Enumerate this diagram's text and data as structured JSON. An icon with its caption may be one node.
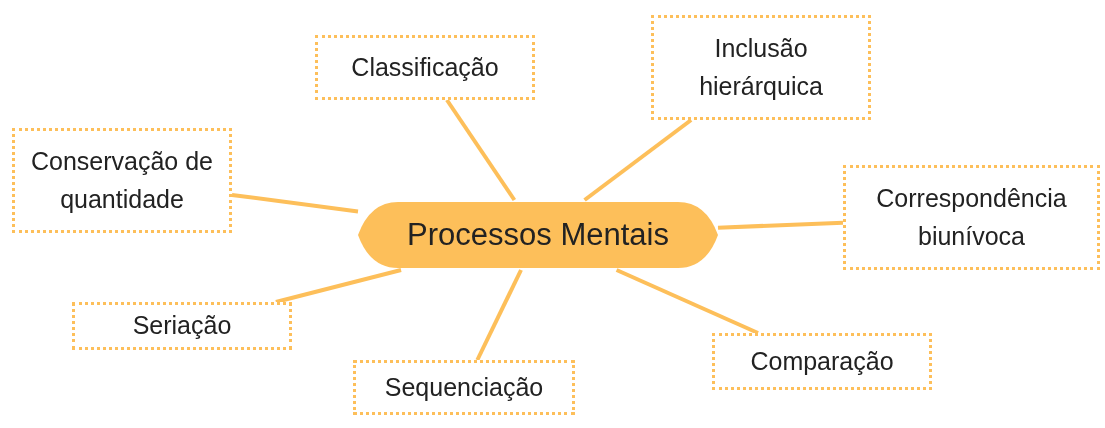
{
  "diagram": {
    "nodes": [
      {
        "text": [
          "Processos Mentais"
        ]
      },
      {
        "text": [
          "Classificação"
        ]
      },
      {
        "text": [
          "Inclusão hierárquica"
        ]
      },
      {
        "text": [
          "Conservação de quantidade"
        ]
      },
      {
        "text": [
          "Correspondência biunívoca"
        ]
      },
      {
        "text": [
          "Seriação"
        ]
      },
      {
        "text": [
          "Sequenciação"
        ]
      },
      {
        "text": [
          "Comparação"
        ]
      }
    ],
    "edges": [
      {
        "from": 0,
        "to": 1,
        "arrow": "none"
      },
      {
        "from": 0,
        "to": 2,
        "arrow": "none"
      },
      {
        "from": 0,
        "to": 3,
        "arrow": "none"
      },
      {
        "from": 0,
        "to": 4,
        "arrow": "none"
      },
      {
        "from": 0,
        "to": 5,
        "arrow": "none"
      },
      {
        "from": 0,
        "to": 6,
        "arrow": "none"
      },
      {
        "from": 0,
        "to": 7,
        "arrow": "none"
      }
    ]
  }
}
